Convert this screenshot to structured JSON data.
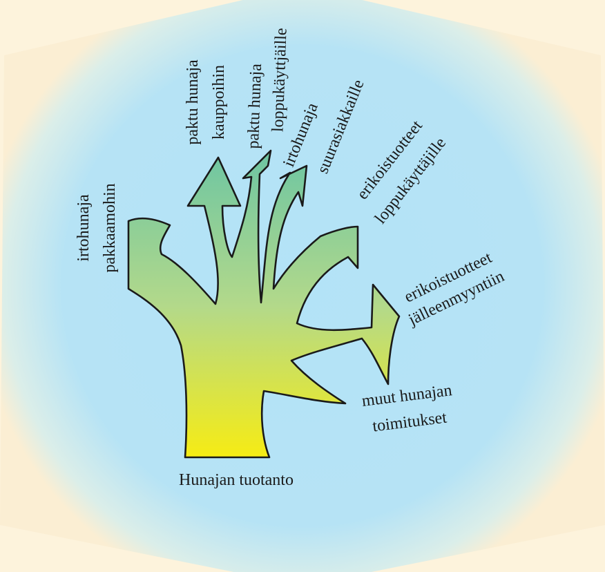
{
  "diagram": {
    "root_label": "Hunajan tuotanto",
    "branches": [
      {
        "id": "irtohunaja-pakkaamohin",
        "lines": [
          "irtohunaja",
          "pakkaamohin"
        ]
      },
      {
        "id": "paktu-kauppoihin",
        "lines": [
          "paktu hunaja",
          "kauppoihin"
        ]
      },
      {
        "id": "paktu-loppukayttajille",
        "lines": [
          "paktu hunaja",
          "loppukäyttjäille"
        ]
      },
      {
        "id": "irtohunaja-suurasiakkaille",
        "lines": [
          "irtohunaja",
          "suurasiakkaille"
        ]
      },
      {
        "id": "erikoistuotteet-loppukayttajille",
        "lines": [
          "erikoistuotteet",
          "loppukäyttäjille"
        ]
      },
      {
        "id": "erikoistuotteet-jalleenmyyntiin",
        "lines": [
          "erikoistuotteet",
          "jälleenmyyntiin"
        ]
      },
      {
        "id": "muut-hunajan-toimitukset",
        "lines": [
          "muut hunajan",
          "toimitukset"
        ]
      }
    ]
  },
  "colors": {
    "page_background": "#fdf3dc",
    "hexagon_fill": "#b3e3f7",
    "hexagon_glow": "#fbeed3",
    "tree_top": "#6fc6a2",
    "tree_bottom": "#f6ec14",
    "outline": "#1a1a1a",
    "text": "#1a1a1a"
  }
}
